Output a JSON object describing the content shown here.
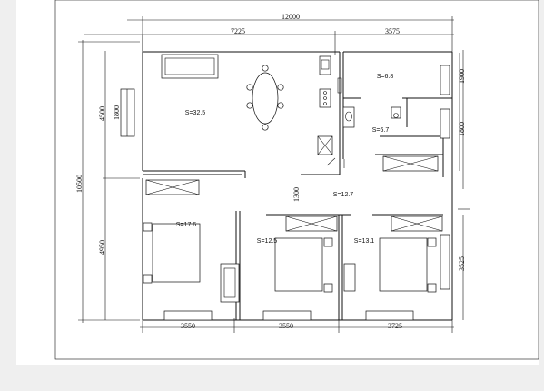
{
  "dimensions": {
    "total_width": "12000",
    "top_left": "7225",
    "top_right": "3575",
    "total_height": "10500",
    "left_upper": "4500",
    "left_lower": "4950",
    "window_left": "1800",
    "right_top": "1900",
    "right_mid": "1800",
    "right_lower": "3525",
    "corridor": "1300",
    "bottom_1": "3550",
    "bottom_2": "3550",
    "bottom_3": "3725"
  },
  "rooms": {
    "living": "S=32.5",
    "bath": "S=6.8",
    "wc": "S=6.7",
    "hall": "S=12.7",
    "bedroom_1": "S=17.6",
    "bedroom_2": "S=12.5",
    "bedroom_3": "S=13.1"
  }
}
